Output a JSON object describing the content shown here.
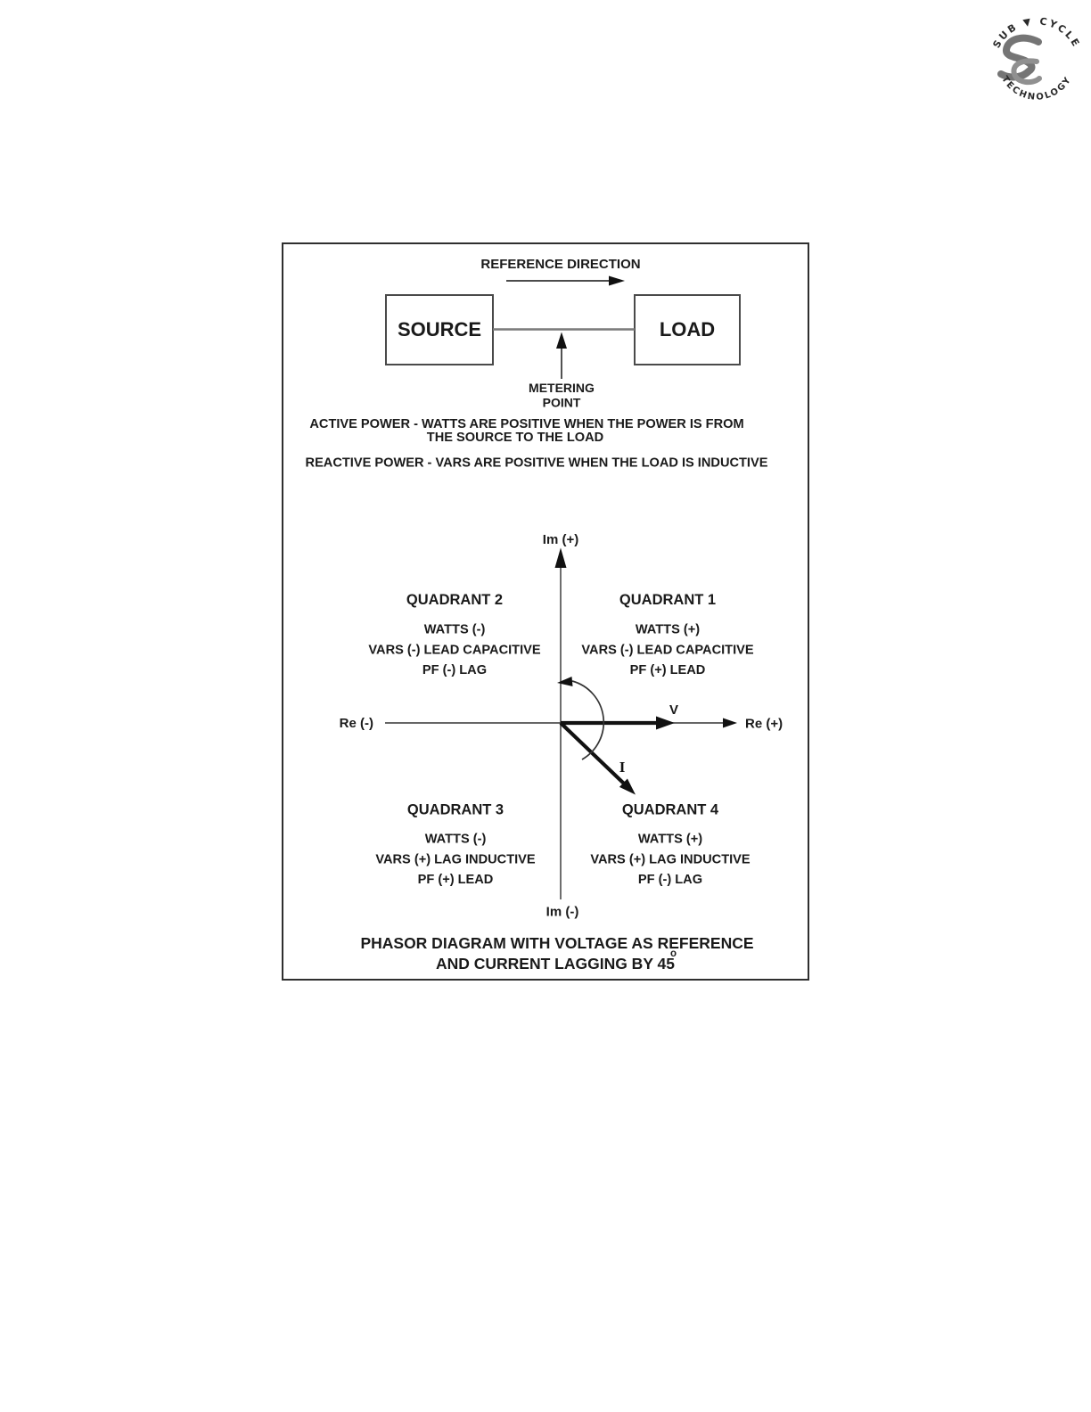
{
  "logo": {
    "top_text": "SUB ▼ CYCLE",
    "bottom_text": "TECHNOLOGY",
    "monogram": "SC"
  },
  "figure": {
    "reference_direction_label": "REFERENCE DIRECTION",
    "source_label": "SOURCE",
    "load_label": "LOAD",
    "metering_label_line1": "METERING",
    "metering_label_line2": "POINT",
    "active_power_line1": "ACTIVE POWER - WATTS ARE POSITIVE WHEN THE POWER IS FROM",
    "active_power_line2": "THE SOURCE TO THE LOAD",
    "reactive_power_line": "REACTIVE POWER - VARS ARE POSITIVE WHEN THE LOAD IS INDUCTIVE",
    "axes": {
      "im_positive": "Im (+)",
      "im_negative": "Im (-)",
      "re_positive": "Re (+)",
      "re_negative": "Re (-)"
    },
    "vectors": {
      "voltage_label": "V",
      "current_label": "I"
    },
    "quadrants": [
      {
        "title": "QUADRANT 1",
        "lines": [
          "WATTS (+)",
          "VARS (-) LEAD CAPACITIVE",
          "PF (+) LEAD"
        ]
      },
      {
        "title": "QUADRANT 2",
        "lines": [
          "WATTS (-)",
          "VARS (-) LEAD CAPACITIVE",
          "PF (-) LAG"
        ]
      },
      {
        "title": "QUADRANT 3",
        "lines": [
          "WATTS (-)",
          "VARS (+) LAG INDUCTIVE",
          "PF (+) LEAD"
        ]
      },
      {
        "title": "QUADRANT 4",
        "lines": [
          "WATTS (+)",
          "VARS (+) LAG INDUCTIVE",
          "PF (-) LAG"
        ]
      }
    ],
    "caption_line1": "PHASOR DIAGRAM WITH VOLTAGE AS REFERENCE",
    "caption_line2": "AND CURRENT LAGGING BY 45",
    "caption_superscript": "o"
  }
}
